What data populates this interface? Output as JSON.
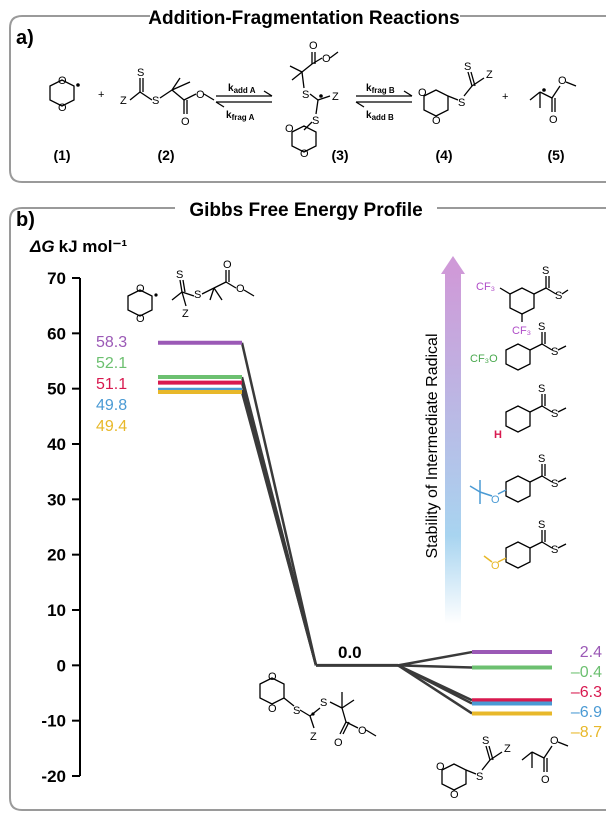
{
  "panel_a": {
    "label": "a)",
    "title": "Addition-Fragmentation Reactions",
    "compounds": [
      "(1)",
      "(2)",
      "(3)",
      "(4)",
      "(5)"
    ],
    "plus": "+",
    "rates": {
      "kadd_a": "k",
      "kadd_a_sub": "add A",
      "kfrag_a": "k",
      "kfrag_a_sub": "frag A",
      "kfrag_b": "k",
      "kfrag_b_sub": "frag B",
      "kadd_b": "k",
      "kadd_b_sub": "add B"
    },
    "atoms": {
      "S": "S",
      "Z": "Z",
      "O": "O"
    }
  },
  "panel_b": {
    "label": "b)",
    "title": "Gibbs Free Energy Profile",
    "ylabel_sym": "ΔG",
    "ylabel_unit": "kJ mol⁻¹",
    "stability_label": "Stability of Intermediate Radical",
    "zero_label": "0.0",
    "substituents": {
      "cf3": "CF₃",
      "cf3o": "CF₃O",
      "h": "H"
    }
  },
  "colors": {
    "purple": "#9b59b6",
    "green": "#6cc070",
    "red": "#d8194f",
    "blue": "#4a9ad4",
    "yellow": "#e8b82a",
    "line": "#3a3a3a"
  },
  "chart_data": {
    "type": "line",
    "ylim": [
      -20,
      70
    ],
    "yticks": [
      -20,
      -10,
      0,
      10,
      20,
      30,
      40,
      50,
      60,
      70
    ],
    "intermediate": 0.0,
    "series": [
      {
        "color": "purple",
        "reactant": 58.3,
        "product": 2.4,
        "reactant_label": "58.3",
        "product_label": "2.4"
      },
      {
        "color": "green",
        "reactant": 52.1,
        "product": -0.4,
        "reactant_label": "52.1",
        "product_label": "–0.4"
      },
      {
        "color": "red",
        "reactant": 51.1,
        "product": -6.3,
        "reactant_label": "51.1",
        "product_label": "–6.3"
      },
      {
        "color": "blue",
        "reactant": 49.8,
        "product": -6.9,
        "reactant_label": "49.8",
        "product_label": "–6.9"
      },
      {
        "color": "yellow",
        "reactant": 49.4,
        "product": -8.7,
        "reactant_label": "49.4",
        "product_label": "–8.7"
      }
    ]
  }
}
